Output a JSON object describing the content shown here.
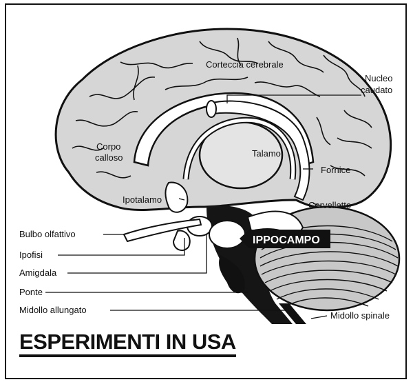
{
  "labels": {
    "corteccia": "Corteccia cerebrale",
    "nucleo_1": "Nucleo",
    "nucleo_2": "caudato",
    "corpo_1": "Corpo",
    "corpo_2": "calloso",
    "talamo": "Talamo",
    "fornice": "Fornice",
    "ipotalamo": "Ipotalamo",
    "cervelletto": "Cervelletto",
    "bulbo": "Bulbo olfattivo",
    "ippocampo": "IPPOCAMPO",
    "ipofisi": "Ipofisi",
    "amigdala": "Amigdala",
    "ponte": "Ponte",
    "midollo_allungato": "Midollo allungato",
    "midollo_spinale": "Midollo spinale"
  },
  "heading": "ESPERIMENTI IN USA",
  "colors": {
    "ink": "#111111",
    "brain_fill": "#d9d9d9",
    "white": "#ffffff"
  }
}
